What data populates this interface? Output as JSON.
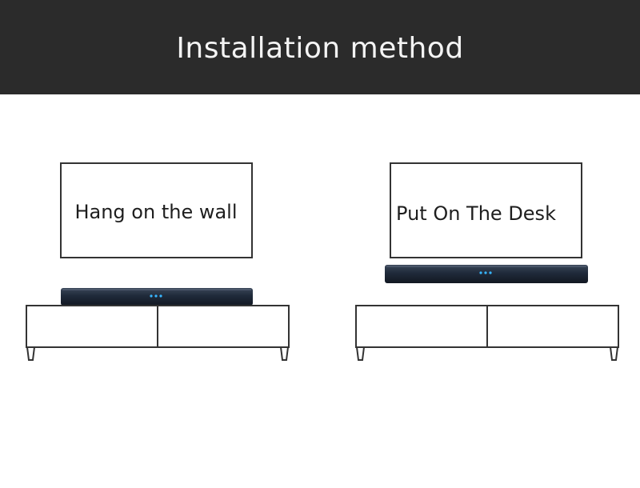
{
  "header": {
    "title": "Installation method"
  },
  "methods": [
    {
      "label": "Hang on the wall"
    },
    {
      "label": "Put On The Desk"
    }
  ],
  "colors": {
    "header_bg": "#2b2b2b",
    "header_text": "#f4f4f4",
    "soundbar": "#1f2a3a",
    "indicator_light": "#37b6ff",
    "outline": "#333333"
  }
}
